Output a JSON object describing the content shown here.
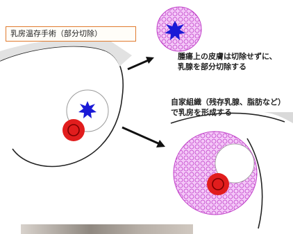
{
  "title": "乳房温存手術（部分切除）",
  "note1": {
    "line1": "腫瘍上の皮膚は切除せずに、",
    "line2": "乳腺を部分切除する"
  },
  "note2": {
    "line1": "自家組織（残存乳腺、脂肪など）",
    "line2": "で乳房を形成する"
  },
  "colors": {
    "title_border": "#e07a2e",
    "tumor": "#1a1ad6",
    "nipple_outer": "#e11d1d",
    "nipple_inner": "#8b0000",
    "tissue": "#e8a0f0",
    "tissue_stroke": "#c040c8",
    "skin_line": "#222222",
    "skin_shade": "#d9d9d9"
  },
  "icons": [
    "arrow-right-up",
    "arrow-right-down",
    "tumor-star"
  ]
}
